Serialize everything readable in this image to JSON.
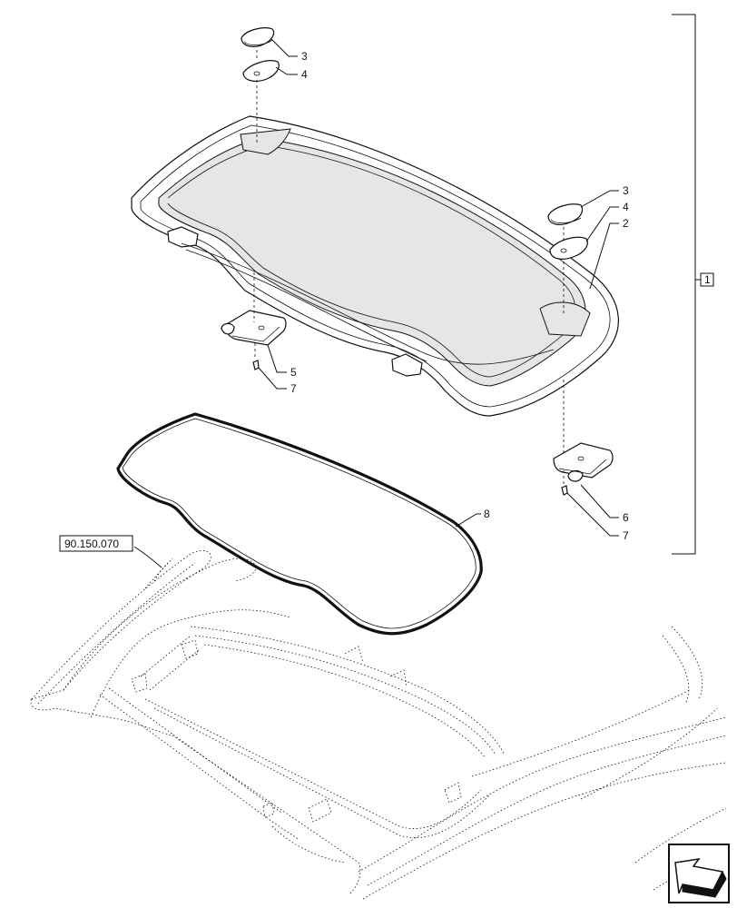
{
  "callouts": {
    "c3_top": "3",
    "c4_top": "4",
    "c3_right": "3",
    "c4_right": "4",
    "c2": "2",
    "c5": "5",
    "c7_left": "7",
    "c6": "6",
    "c7_right": "7",
    "c8": "8"
  },
  "assembly_label": "1",
  "reference_label": "90.150.070",
  "nav_icon": "arrow-back-icon"
}
